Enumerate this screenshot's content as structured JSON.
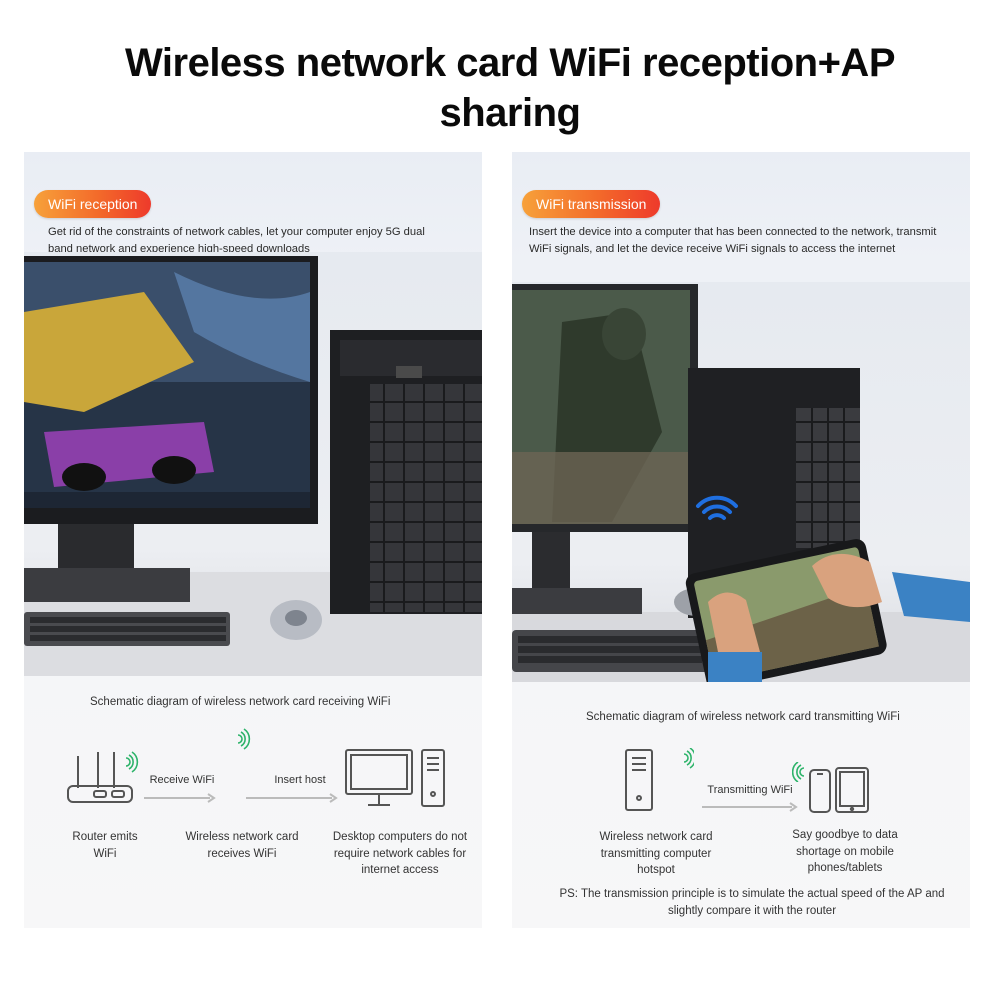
{
  "title": "Wireless network card WiFi reception+AP sharing",
  "left": {
    "badge": "WiFi reception",
    "description": "Get rid of the constraints of network cables, let your computer enjoy 5G dual band network and experience high-speed downloads",
    "diagram_title": "Schematic diagram of wireless network card receiving WiFi",
    "arrow1_label": "Receive WiFi",
    "arrow2_label": "Insert host",
    "captions": [
      "Router emits WiFi",
      "Wireless network card receives WiFi",
      "Desktop computers do not require network cables for internet access"
    ]
  },
  "right": {
    "badge": "WiFi transmission",
    "description": "Insert the device into a computer that has been connected to the network, transmit WiFi signals, and let the device receive WiFi signals to access the internet",
    "diagram_title": "Schematic diagram of wireless network card transmitting WiFi",
    "arrow_label": "Transmitting WiFi",
    "captions": [
      "Wireless network card transmitting computer hotspot",
      "Say goodbye to data shortage on mobile phones/tablets"
    ],
    "ps": "PS: The transmission principle is to simulate the actual speed of the AP and slightly compare it with the router"
  },
  "colors": {
    "badge_start": "#f7a13a",
    "badge_end": "#ee3a2b",
    "wifi_green": "#2db36a",
    "wifi_blue": "#1f6fe0"
  },
  "icons": [
    "router-icon",
    "wifi-signal-icon",
    "monitor-icon",
    "pc-tower-icon",
    "phone-icon",
    "tablet-icon"
  ]
}
